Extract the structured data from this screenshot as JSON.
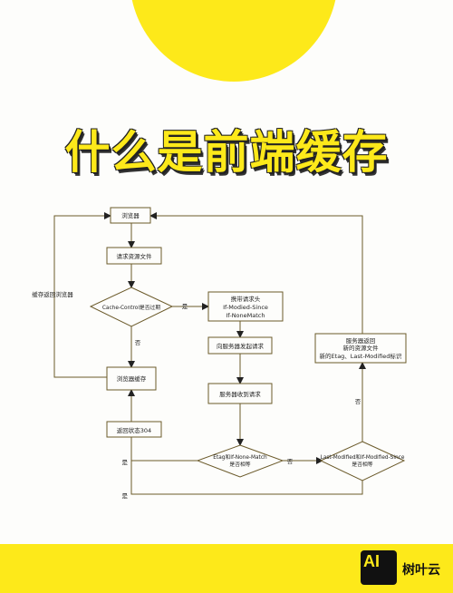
{
  "title": "什么是前端缓存",
  "flow": {
    "browser": "浏览器",
    "request_file": "请求资源文件",
    "cache_check": "Cache-Control是否过期",
    "yes": "是",
    "no": "否",
    "carry_headers_l1": "携带请求头",
    "carry_headers_l2": "If-Modied-Since",
    "carry_headers_l3": "If-NoneMatch",
    "send_request": "向服务器发起请求",
    "server_receive": "服务器收到请求",
    "browser_cache": "浏览器缓存",
    "return_304": "返回状态304",
    "etag_check_l1": "Etag和If-None-Match",
    "etag_check_l2": "是否相等",
    "lastmod_check_l1": "Last-Modified和If-Modified-Since",
    "lastmod_check_l2": "是否相等",
    "server_return_l1": "服务器返回",
    "server_return_l2": "新的资源文件",
    "server_return_l3": "新的Etag、Last-Modified标识",
    "cache_return_browser": "缓存返回浏览器"
  },
  "footer": {
    "logo": "AI",
    "brand": "树叶云"
  }
}
